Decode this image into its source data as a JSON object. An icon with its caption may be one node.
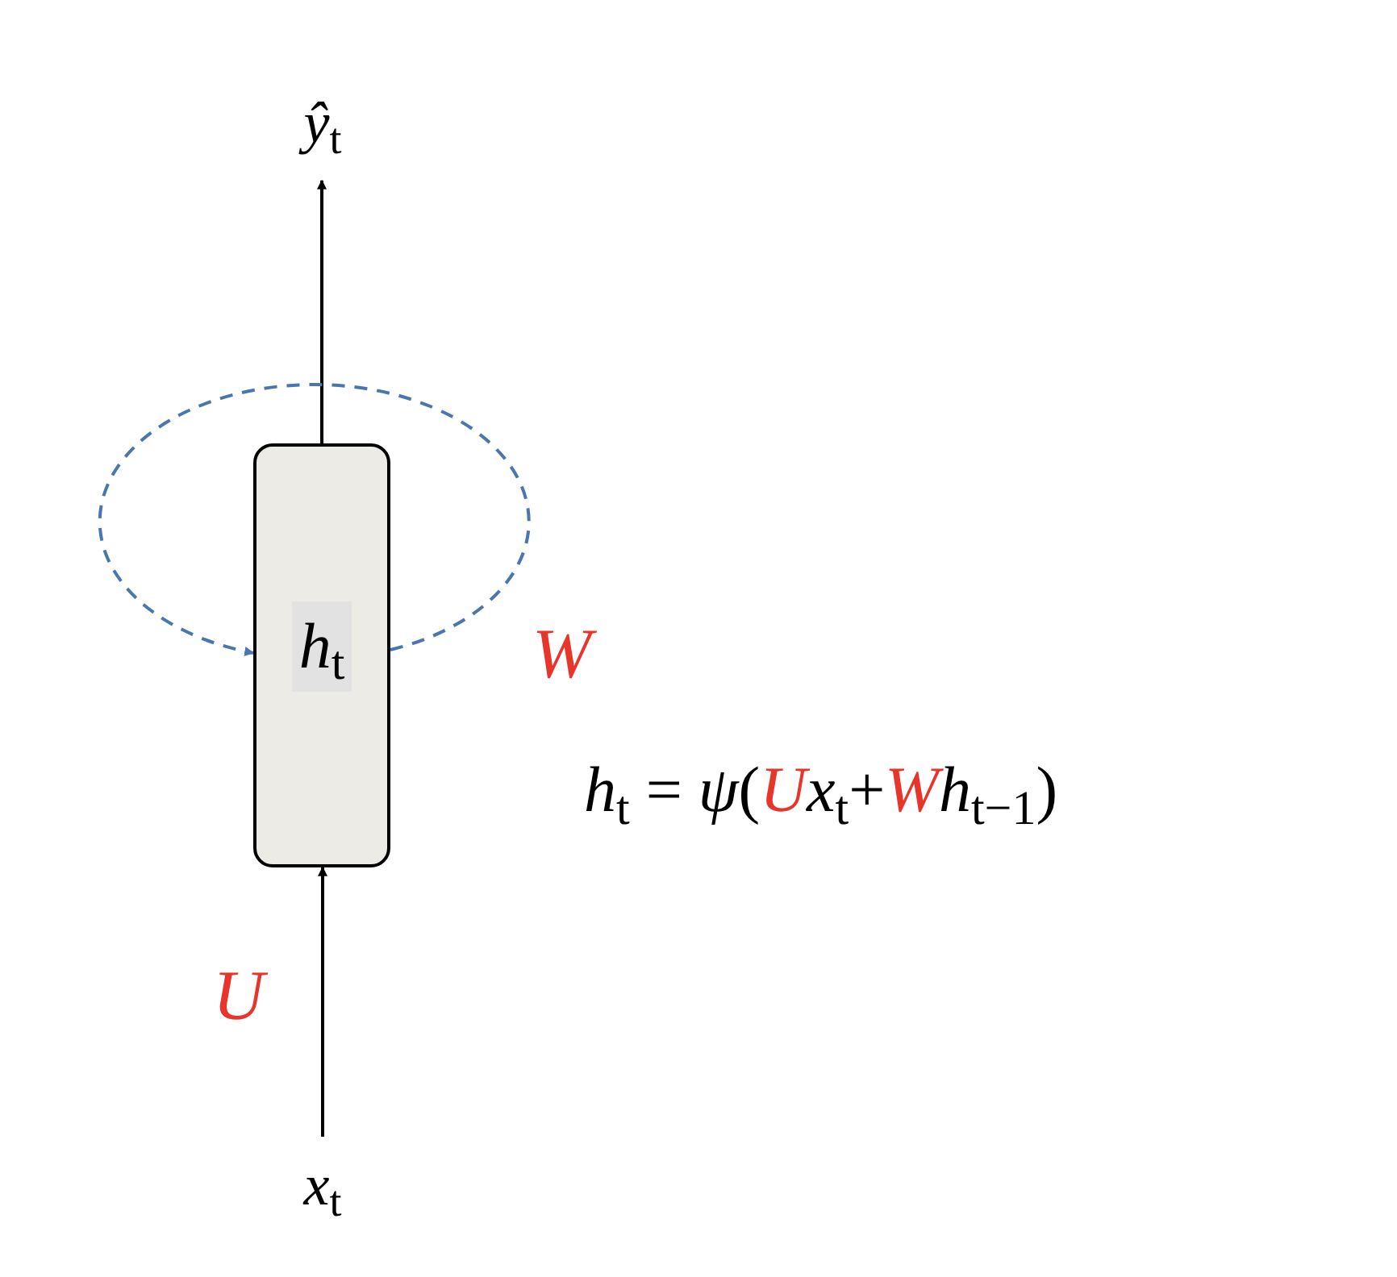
{
  "diagram": {
    "nodes": [
      {
        "text": [
          "*h*$_{t}$"
        ]
      },
      {
        "text": [
          "*ŷ*$_{t}$"
        ]
      },
      {
        "text": [
          "*x*$_{t}$"
        ]
      }
    ],
    "edges": [
      {
        "from": 2,
        "to": 0,
        "arrow": "to",
        "label": "*U*"
      },
      {
        "from": 0,
        "to": 1,
        "arrow": "to"
      },
      {
        "from": 0,
        "to": 0,
        "arrow": "to",
        "label": "*W*",
        "style": "dashed",
        "color": "#4a76b0"
      }
    ],
    "labels": [
      "*h*$_{t}$ = *ψ*(",
      "*U*",
      "*x*$_{t}$+",
      "*W*",
      "*h*$_{t−1}$)"
    ]
  }
}
